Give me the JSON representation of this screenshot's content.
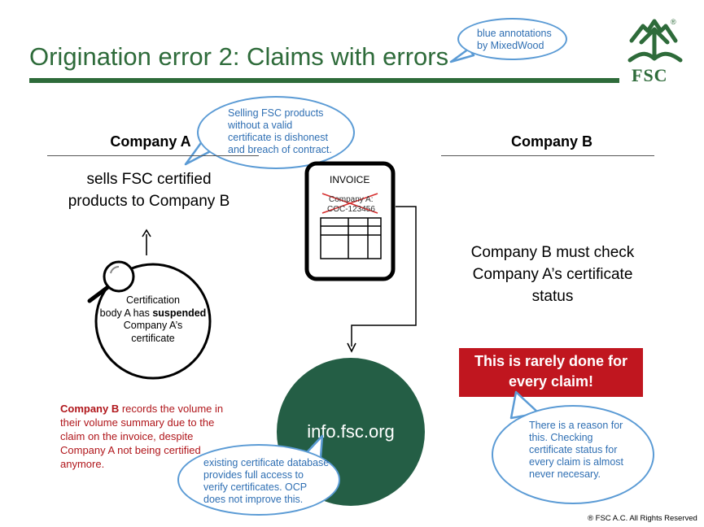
{
  "title": "Origination error 2: Claims with errors",
  "logo": {
    "text": "FSC",
    "registered": "®"
  },
  "bubbles": {
    "annotation": [
      "blue annotations",
      "by MixedWood"
    ],
    "selling": [
      "Selling FSC products",
      "without a valid",
      "certificate is dishonest",
      "and breach of contract."
    ],
    "reason": [
      "There is a reason for",
      "this.  Checking",
      "certificate status for",
      "every claim is almost",
      "never necesary."
    ],
    "database": [
      "existing certificate database",
      "provides full access to",
      "verify certificates.  OCP",
      "does not improve this."
    ]
  },
  "company_a": {
    "heading": "Company A",
    "sells": [
      "sells FSC certified",
      "products to Company B"
    ],
    "cert_line1": "Certification",
    "cert_line2_pre": "body A has ",
    "cert_line2_bold": "suspended",
    "cert_line3": "Company A’s",
    "cert_line4": "certificate"
  },
  "invoice": {
    "label": "INVOICE",
    "crossed_lines": [
      "Company A:",
      "COC-123456"
    ]
  },
  "company_b": {
    "heading": "Company B",
    "must_check": [
      "Company B must check",
      "Company A’s certificate",
      "status"
    ],
    "rarely_done": [
      "This is rarely done for",
      "every claim!"
    ]
  },
  "records": {
    "bold_lead": "Company B",
    "rest_first": " records the volume in",
    "lines": [
      "their volume summary due to the",
      "claim on the invoice, despite",
      "Company A not being certified",
      "anymore."
    ]
  },
  "website": "info.fsc.org",
  "footnote": "® FSC A.C. All Rights Reserved",
  "colors": {
    "title_green": "#2e6b3a",
    "annotation_blue": "#5b9bd5",
    "alert_red": "#c0161f",
    "circle_green": "#245e45"
  }
}
